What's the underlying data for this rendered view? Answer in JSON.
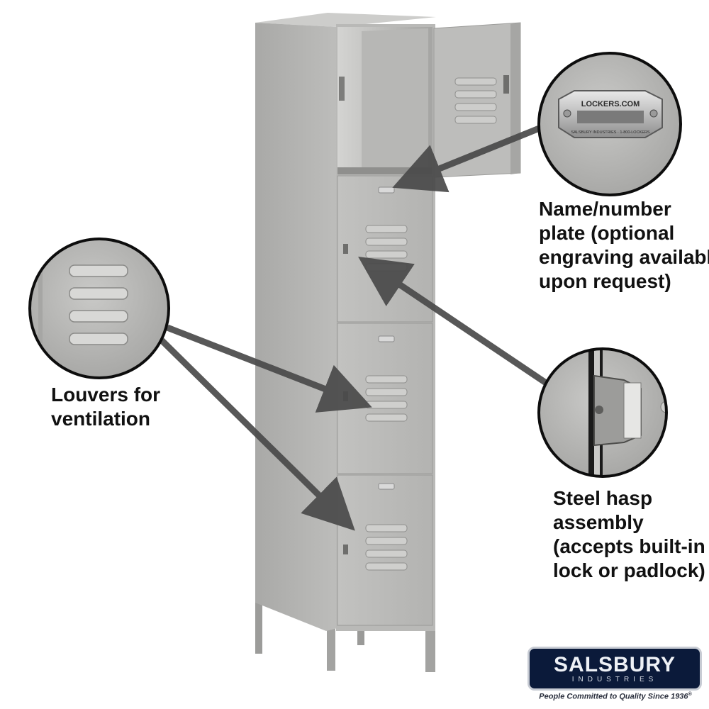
{
  "callouts": {
    "nameplate": {
      "lines": [
        "Name/number",
        "plate (optional",
        "engraving available",
        "upon request)"
      ],
      "plate_top_text": "LOCKERS.COM",
      "plate_bottom_text": "SALSBURY INDUSTRIES · 1-800-LOCKERS"
    },
    "louvers": {
      "lines": [
        "Louvers for",
        "ventilation"
      ]
    },
    "hasp": {
      "lines": [
        "Steel hasp",
        "assembly",
        "(accepts built-in",
        "lock or padlock)"
      ]
    }
  },
  "brand": {
    "name": "SALSBURY",
    "sub": "INDUSTRIES",
    "tagline": "People Committed to Quality Since 1936",
    "tagline_mark": "®"
  },
  "colors": {
    "locker_gray": "#b4b4b2",
    "locker_shadow": "#8f8f8d",
    "locker_highlight": "#cfcfcd",
    "arrow": "#4a4a4a",
    "brand_navy": "#0b1a3a"
  }
}
